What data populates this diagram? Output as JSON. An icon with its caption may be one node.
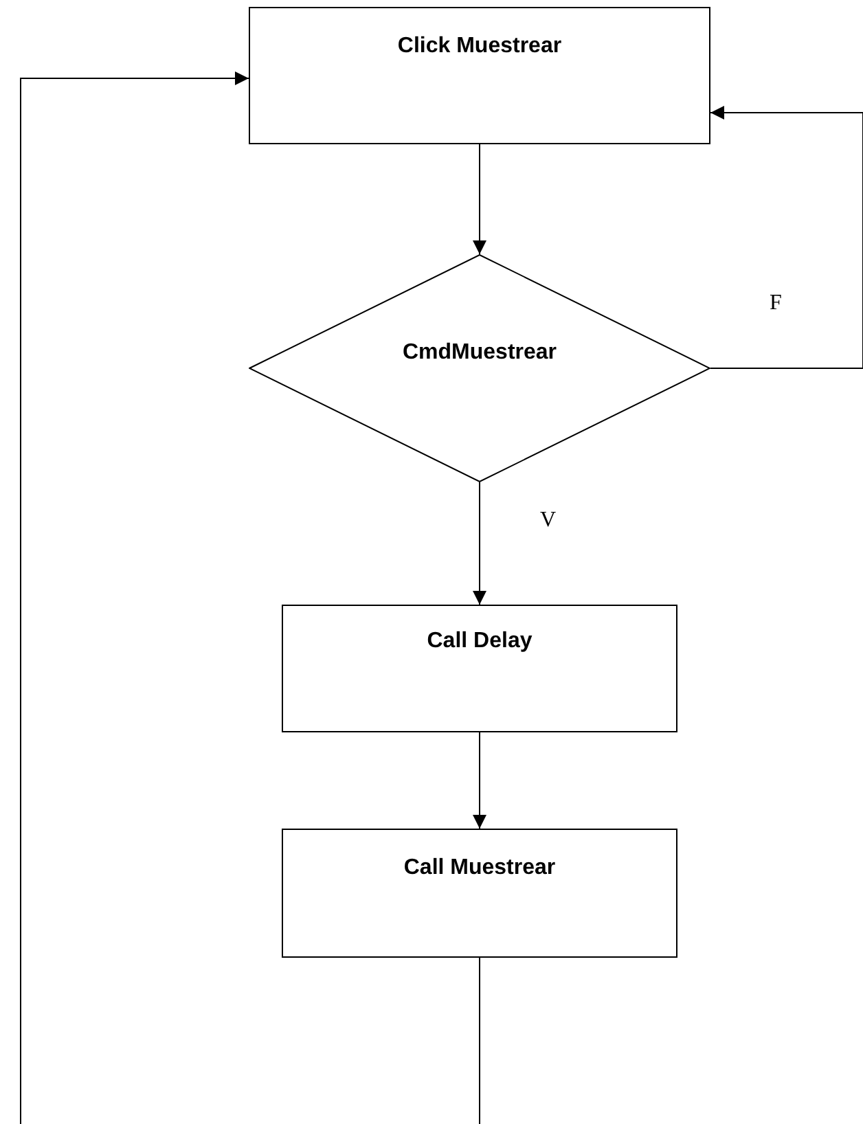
{
  "diagram": {
    "nodes": [
      {
        "text": [
          "Click Muestrear"
        ]
      },
      {
        "text": [
          "CmdMuestrear"
        ]
      },
      {
        "text": [
          "Call Delay"
        ]
      },
      {
        "text": [
          "Call Muestrear"
        ]
      }
    ],
    "edges": [
      {
        "from": 0,
        "to": 1,
        "arrow": "to"
      },
      {
        "from": 1,
        "to": 2,
        "arrow": "to",
        "label": "V"
      },
      {
        "from": 1,
        "to": 0,
        "arrow": "to",
        "label": "F"
      },
      {
        "from": 2,
        "to": 3,
        "arrow": "to"
      },
      {
        "from": 3,
        "to": 0,
        "arrow": "to"
      }
    ]
  }
}
